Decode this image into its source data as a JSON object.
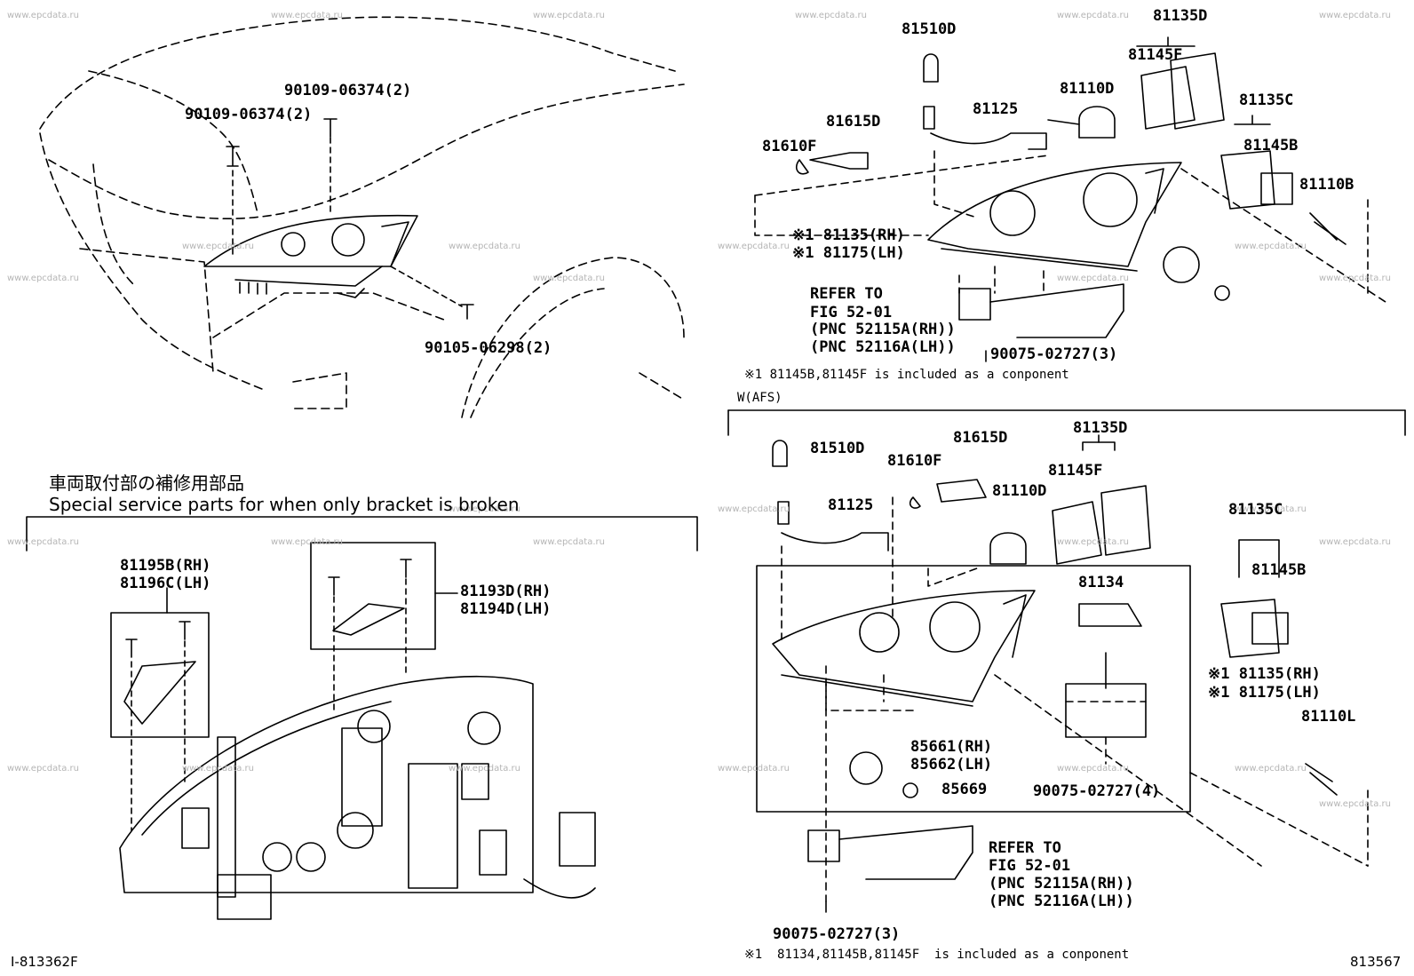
{
  "watermark": "www.epcdata.ru",
  "top_left": {
    "labels": [
      "90109-06374(2)",
      "90109-06374(2)",
      "90105-06298(2)"
    ]
  },
  "top_right": {
    "labels": [
      "81510D",
      "81135D",
      "81145F",
      "81110D",
      "81125",
      "81615D",
      "81610F",
      "81135C",
      "81145B",
      "81110B",
      "※1 81135(RH)",
      "※1 81175(LH)",
      "REFER TO",
      "FIG 52-01",
      "(PNC 52115A(RH))",
      "(PNC 52116A(LH))",
      "90075-02727(3)"
    ],
    "note": "※1 81145B,81145F is included as a conponent"
  },
  "afs": {
    "title": "W(AFS)",
    "labels": [
      "81510D",
      "81615D",
      "81135D",
      "81610F",
      "81145F",
      "81125",
      "81110D",
      "81135C",
      "81145B",
      "81134",
      "※1 81135(RH)",
      "※1 81175(LH)",
      "81110L",
      "85661(RH)",
      "85662(LH)",
      "85669",
      "90075-02727(4)",
      "REFER TO",
      "FIG 52-01",
      "(PNC 52115A(RH))",
      "(PNC 52116A(LH))",
      "90075-02727(3)"
    ],
    "note": "※1  81134,81145B,81145F  is included as a conponent"
  },
  "bracket_section": {
    "heading_jp": "車両取付部の補修用部品",
    "heading_en": "Special service parts for when only bracket is broken",
    "labels": [
      "81195B(RH)",
      "81196C(LH)",
      "81193D(RH)",
      "81194D(LH)"
    ]
  },
  "footer": {
    "left_code": "I-813362F",
    "right_code": "813567"
  }
}
